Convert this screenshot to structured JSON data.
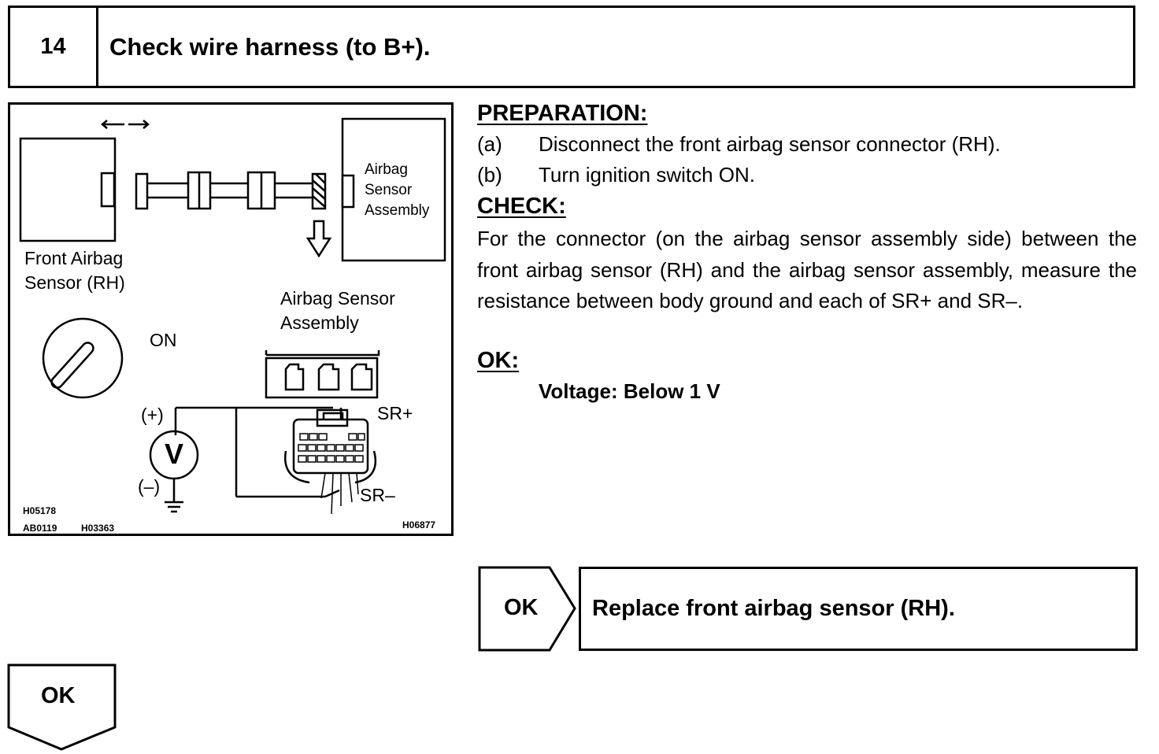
{
  "header": {
    "step_number": "14",
    "title": "Check wire harness (to B+)."
  },
  "figure": {
    "front_sensor_label_line1": "Front Airbag",
    "front_sensor_label_line2": "Sensor (RH)",
    "assembly_small_line1": "Airbag",
    "assembly_small_line2": "Sensor",
    "assembly_small_line3": "Assembly",
    "assembly_label_line1": "Airbag Sensor",
    "assembly_label_line2": "Assembly",
    "ignition_label": "ON",
    "plus_label": "(+)",
    "minus_label": "(–)",
    "voltmeter_symbol": "V",
    "sr_plus": "SR+",
    "sr_minus": "SR–",
    "code_1": "H05178",
    "code_2": "AB0119",
    "code_3": "H03363",
    "code_4": "H06877"
  },
  "preparation": {
    "heading": "PREPARATION:",
    "steps": [
      {
        "marker": "(a)",
        "text": "Disconnect the front airbag sensor connector (RH)."
      },
      {
        "marker": "(b)",
        "text": "Turn ignition switch ON."
      }
    ]
  },
  "check": {
    "heading": "CHECK:",
    "text": "For the connector (on the airbag sensor assembly side) between the front airbag sensor (RH) and the airbag sensor assembly, measure the resistance between body ground and each of SR+ and SR–."
  },
  "ok_spec": {
    "heading": "OK:",
    "spec": "Voltage: Below 1 V"
  },
  "result_right": {
    "label": "OK",
    "action": "Replace front airbag sensor (RH)."
  },
  "result_down": {
    "label": "OK"
  }
}
